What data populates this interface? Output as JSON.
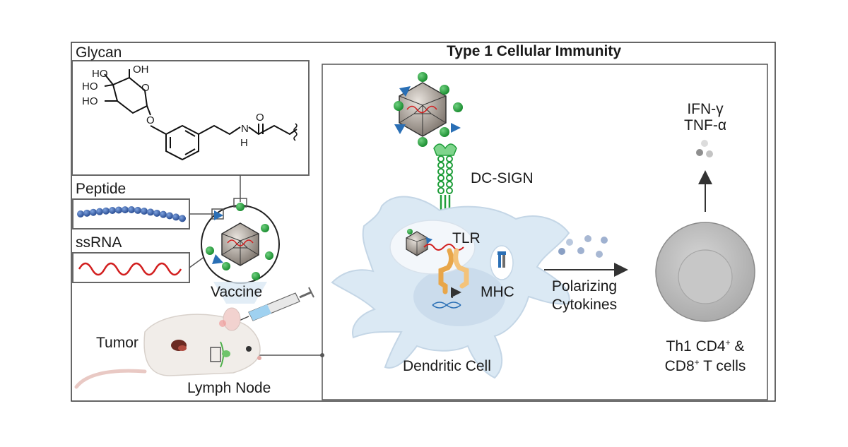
{
  "panel_left": {
    "glycan_label": "Glycan",
    "peptide_label": "Peptide",
    "ssrna_label": "ssRNA",
    "vaccine_label": "Vaccine",
    "tumor_label": "Tumor",
    "lymph_node_label": "Lymph Node",
    "chem_atoms": {
      "ho1": "HO",
      "oh1": "OH",
      "ho2": "HO",
      "ho3": "HO",
      "o_ring": "O",
      "o_link": "O",
      "o_carbonyl": "O",
      "n": "N",
      "h": "H"
    }
  },
  "panel_right": {
    "title": "Type 1 Cellular Immunity",
    "dc_sign_label": "DC-SIGN",
    "tlr_label": "TLR",
    "mhc_label": "MHC",
    "dendritic_cell_label": "Dendritic Cell",
    "polarizing_label": "Polarizing",
    "cytokines_label": "Cytokines",
    "ifn_label": "IFN-γ",
    "tnf_label": "TNF-α",
    "tcell_line1_main": "Th1 CD4",
    "tcell_line1_sup": "+",
    "tcell_line1_end": " &",
    "tcell_line2_main": "CD8",
    "tcell_line2_sup": "+",
    "tcell_line2_end": " T cells"
  },
  "colors": {
    "border": "#333333",
    "glycan_green": "#1f9e3a",
    "peptide_blue": "#2e5aa8",
    "rna_red": "#d21f1f",
    "triangle_blue": "#2a6fb5",
    "cell_fill": "#dbe9f4",
    "tcell_gray": "#b8b8b8"
  }
}
